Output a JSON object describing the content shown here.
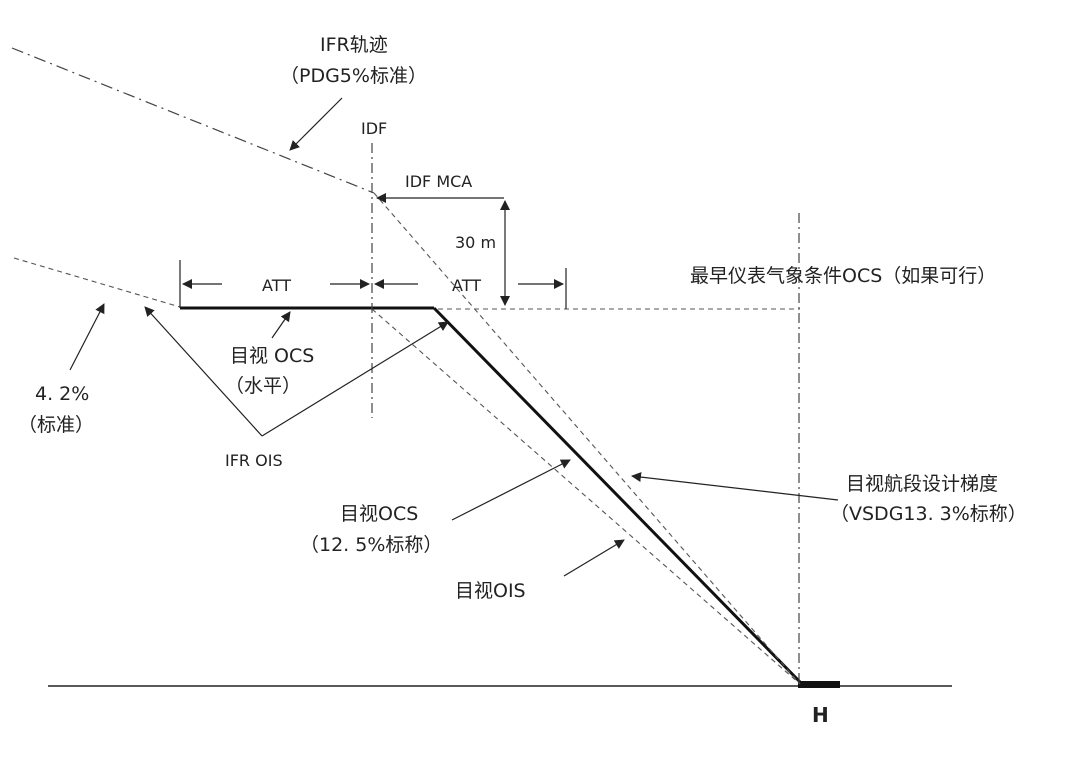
{
  "labels": {
    "ifr_track_1": "IFR轨迹",
    "ifr_track_2": "（PDG5%标准）",
    "idf": "IDF",
    "idf_mca": "IDF MCA",
    "height_30m": "30 m",
    "att_left": "ATT",
    "att_right": "ATT",
    "earliest_ocs": "最早仪表气象条件OCS（如果可行）",
    "visual_ocs_level_1": "目视 OCS",
    "visual_ocs_level_2": "（水平）",
    "grad_42_1": "4. 2%",
    "grad_42_2": "（标准）",
    "ifr_ois": "IFR OIS",
    "visual_seg_1": "目视航段设计梯度",
    "visual_seg_2": "（VSDG13. 3%标称）",
    "visual_ocs_125_1": "目视OCS",
    "visual_ocs_125_2": "（12. 5%标称）",
    "visual_ois": "目视OIS",
    "heliport": "H"
  }
}
